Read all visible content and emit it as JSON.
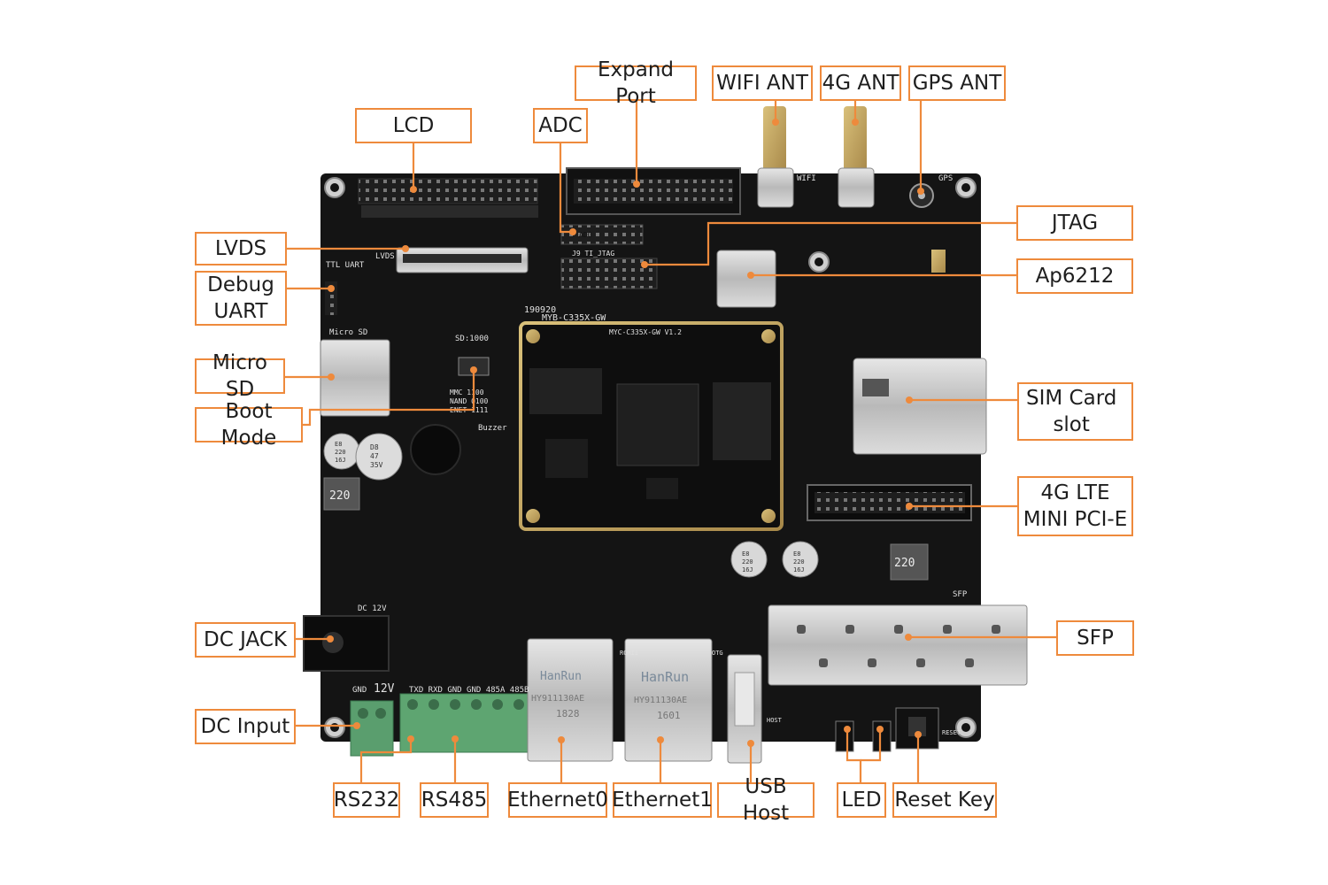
{
  "colors": {
    "leader": "#ee8a3c",
    "border": "#ee8a3c",
    "board": "#141414",
    "text": "#1e1e1e"
  },
  "labels": {
    "lcd": "LCD",
    "adc": "ADC",
    "expand_port": "Expand Port",
    "wifi_ant": "WIFI ANT",
    "ant_4g": "4G ANT",
    "gps_ant": "GPS ANT",
    "jtag": "JTAG",
    "ap6212": "Ap6212",
    "lvds": "LVDS",
    "debug_uart": "Debug\nUART",
    "micro_sd": "Micro SD",
    "boot_mode": "Boot Mode",
    "sim_card": "SIM Card\nslot",
    "lte_pcie": "4G LTE\nMINI PCI-E",
    "dc_jack": "DC JACK",
    "sfp": "SFP",
    "dc_input": "DC Input",
    "rs232": "RS232",
    "rs485": "RS485",
    "ethernet0": "Ethernet0",
    "ethernet1": "Ethernet1",
    "usb_host": "USB Host",
    "led": "LED",
    "reset_key": "Reset Key"
  },
  "board": {
    "model": "MYB-C335X-GW",
    "som": "MYC-C335X-GW V1.2",
    "date": "190920",
    "silk": {
      "lvds": "LVDS",
      "ttl_uart": "TTL UART",
      "micro_sd": "Micro SD",
      "sd": "SD:1000",
      "boot_table": "MMC 1100\nNAND 0100\nENET 1111",
      "buzzer": "Buzzer",
      "dc12v": "DC 12V",
      "v12": "12V",
      "terminal_pins": "TXD  RXD  GND  GND 485A 485B",
      "gnd": "GND",
      "wifi": "WIFI",
      "gps": "GPS",
      "sfp": "SFP",
      "jtag": "J9  TI_JTAG",
      "adc_silk": "ADC",
      "host": "HOST",
      "otg": "OTG",
      "reset": "RESET",
      "rom": "ROMII",
      "cap1": "220",
      "cap2": "220",
      "cap_big": "D8\n47\n35V",
      "cap_small": "E8\n220\n16J",
      "cap_e8a": "E8\n220\n16J",
      "cap_e8b": "E8\n220\n16J"
    },
    "eth0": {
      "brand": "HanRun",
      "part": "HY911130AE",
      "code": "1828"
    },
    "eth1": {
      "brand": "HanRun",
      "part": "HY911130AE",
      "code": "1601"
    }
  }
}
